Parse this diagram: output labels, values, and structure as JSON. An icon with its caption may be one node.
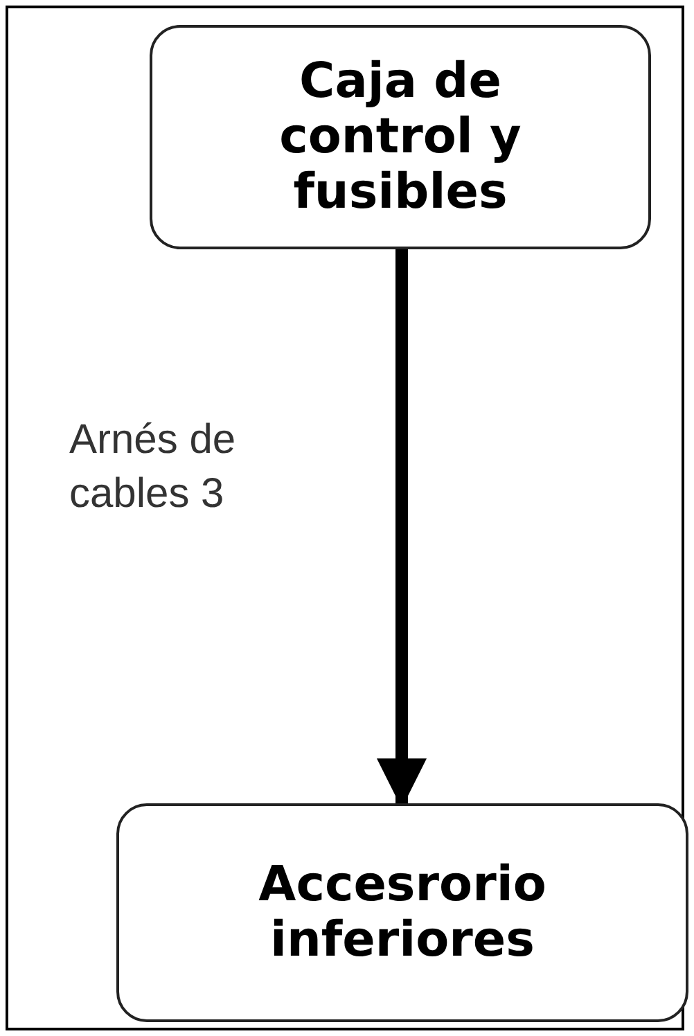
{
  "diagram": {
    "nodes": [
      {
        "text": [
          "Caja de control y fusibles"
        ]
      },
      {
        "text": [
          "Accesrorio inferiores"
        ]
      }
    ],
    "edges": [
      {
        "from": 0,
        "to": 1,
        "arrow": "to",
        "label": "Arnés de cables 3"
      }
    ]
  }
}
